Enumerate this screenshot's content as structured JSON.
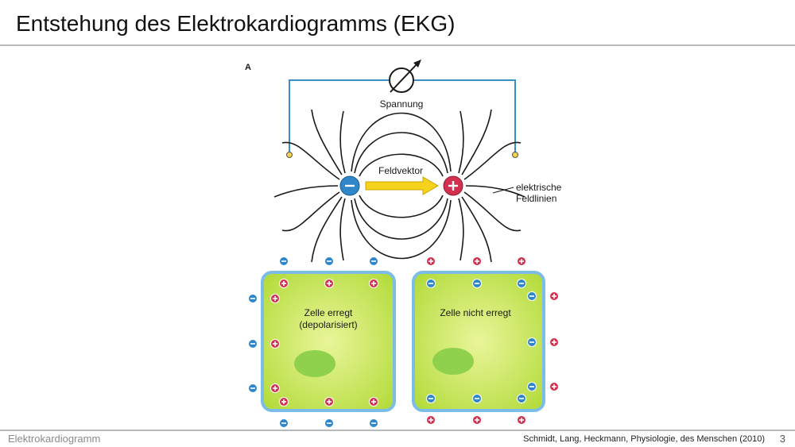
{
  "slide": {
    "title": "Entstehung des Elektrokardiogramms (EKG)",
    "footer_left": "Elektrokardiogramm",
    "citation": "Schmidt, Lang, Heckmann, Physiologie, des Menschen (2010)",
    "page_number": "3"
  },
  "figure": {
    "panel_label": "A",
    "voltmeter_label": "Spannung",
    "vector_label": "Feldvektor",
    "field_lines_label_line1": "elektrische",
    "field_lines_label_line2": "Feldlinien",
    "negative_pole_icon": "minus-sign",
    "positive_pole_icon": "plus-sign",
    "colors": {
      "wire": "#3b8fc4",
      "negative": "#2f86c8",
      "positive": "#d3304f",
      "arrow": "#f5d21c",
      "cell_fill": "#bfe24b",
      "cell_border": "#7bbde6",
      "nucleus": "#8fd14c"
    },
    "cells": [
      {
        "label_line1": "Zelle erregt",
        "label_line2": "(depolarisiert)"
      },
      {
        "label_line1": "Zelle nicht erregt",
        "label_line2": ""
      }
    ]
  }
}
